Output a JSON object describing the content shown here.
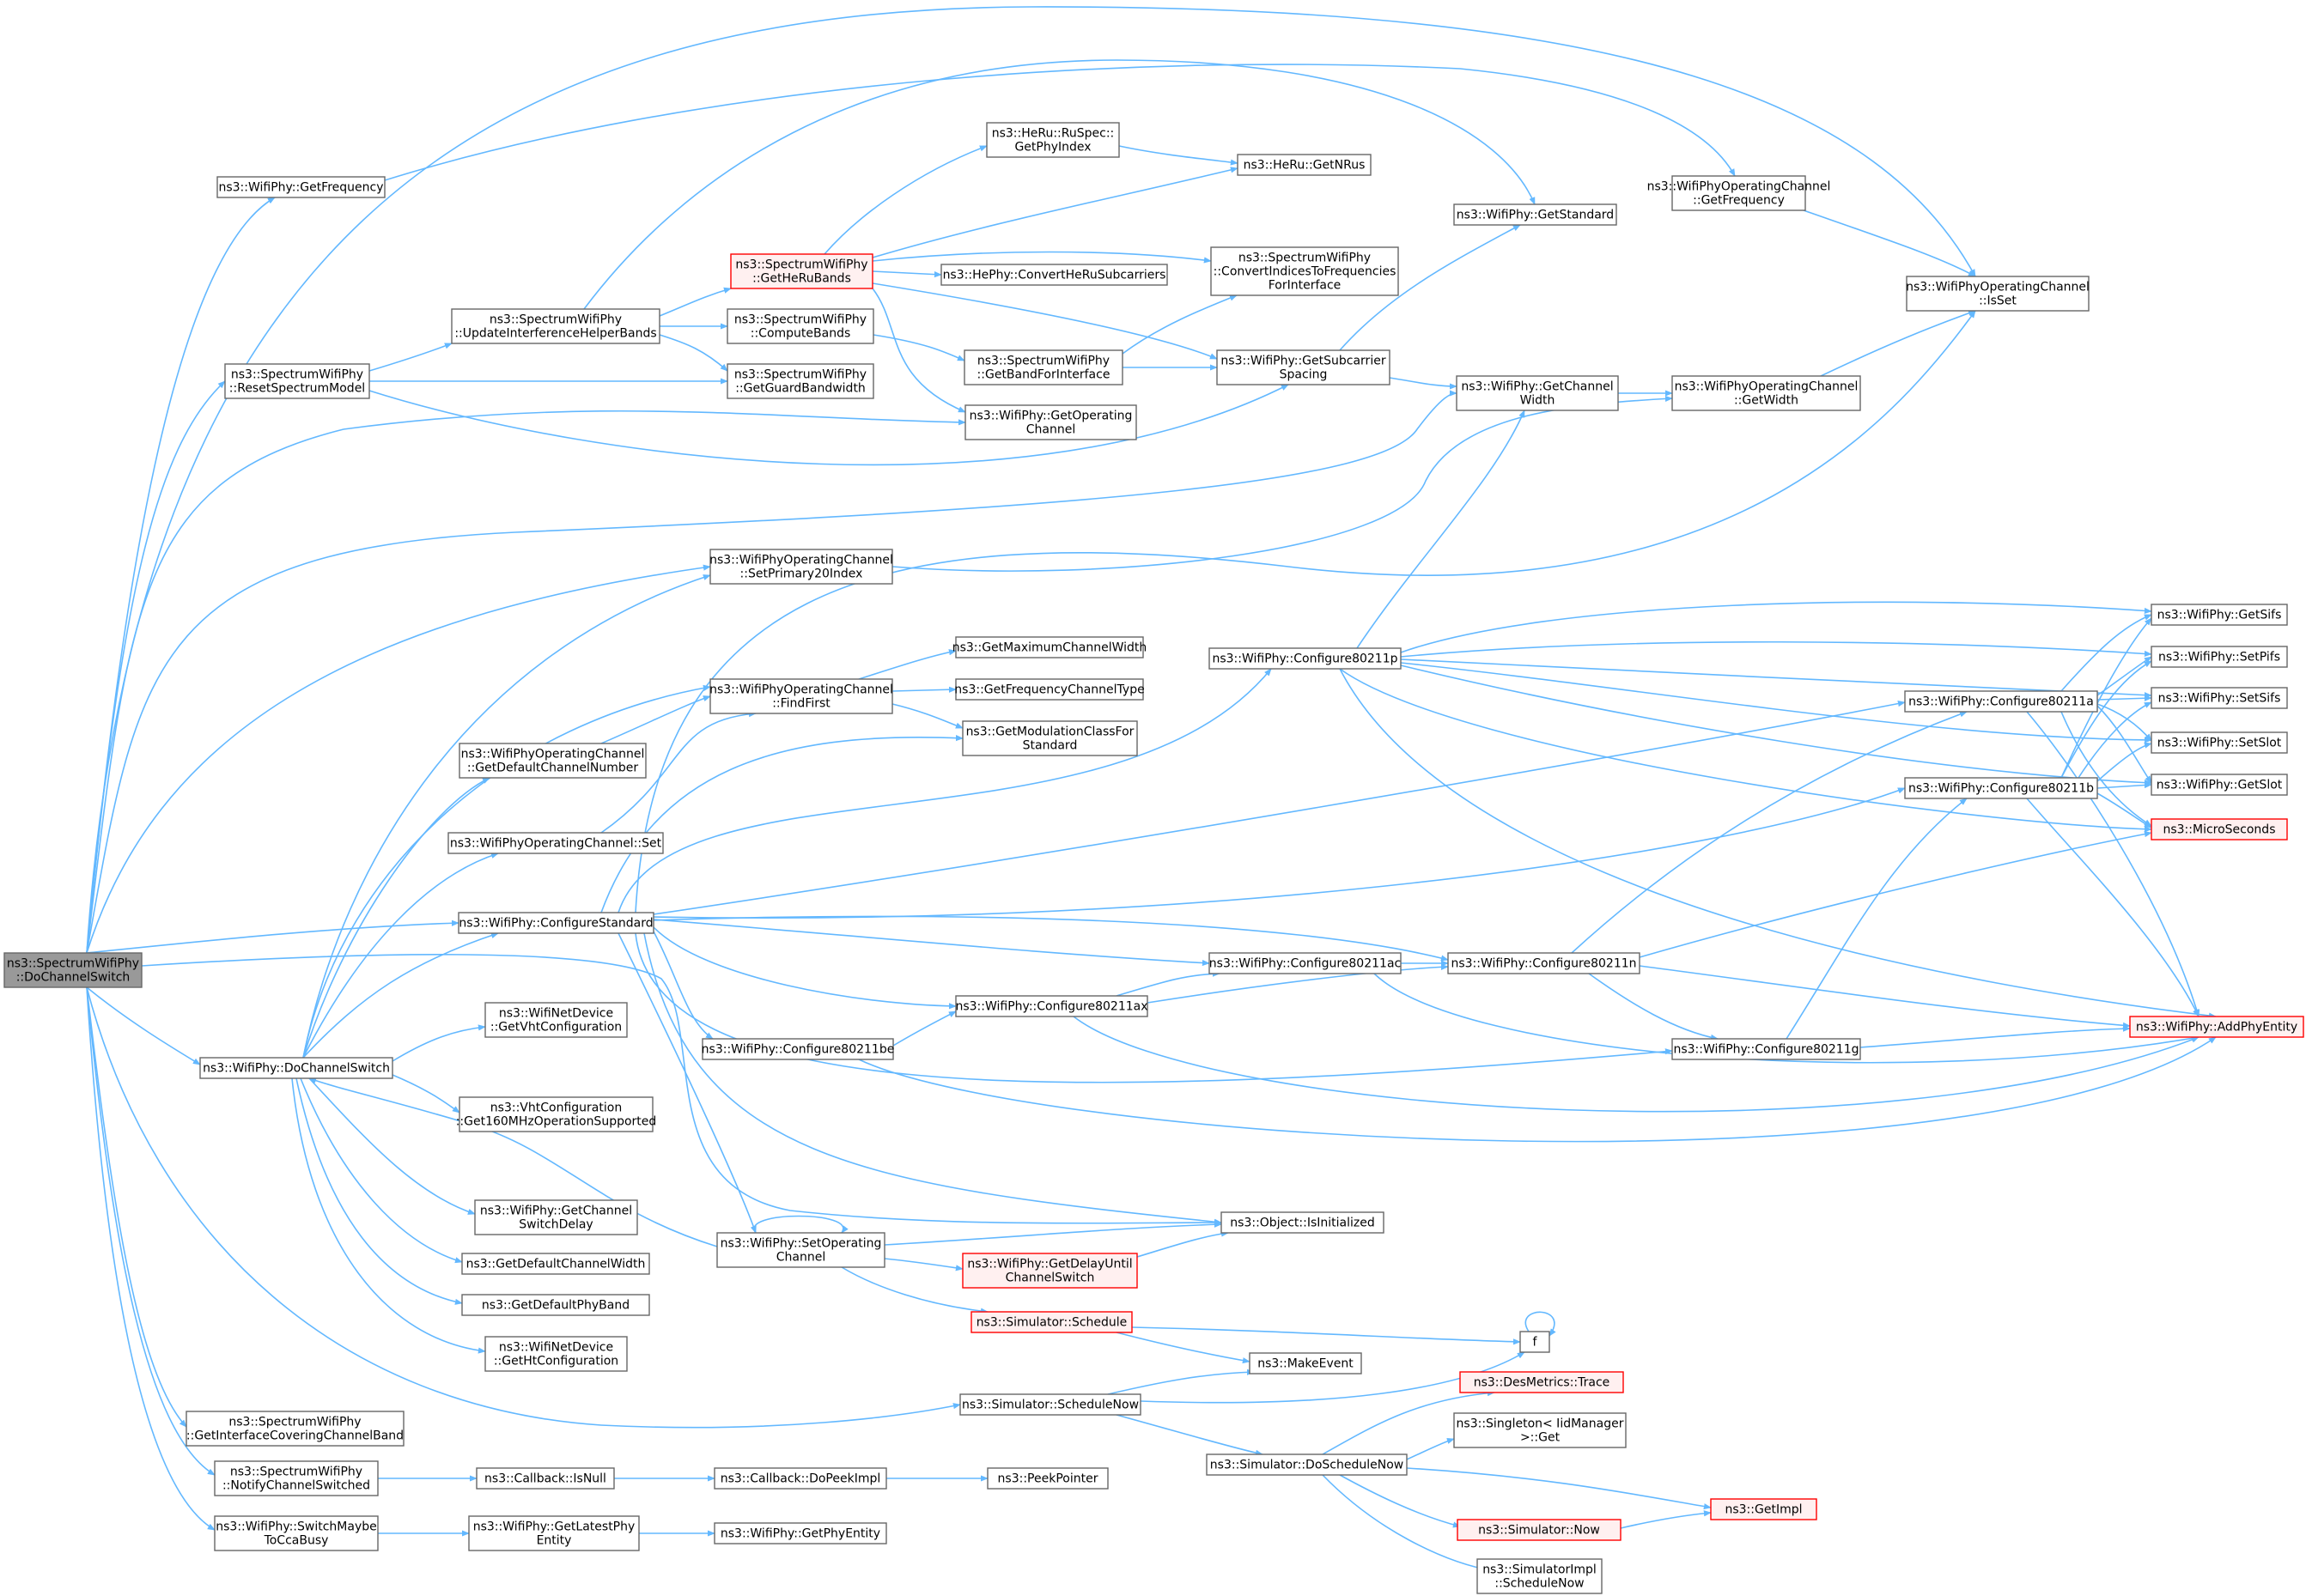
{
  "diagram": {
    "nodes": [
      {
        "id": "n1",
        "lines": [
          "ns3::SpectrumWifiPhy",
          "::DoChannelSwitch"
        ],
        "root": true
      },
      {
        "id": "n2",
        "lines": [
          "ns3::WifiPhy::GetFrequency"
        ]
      },
      {
        "id": "n3",
        "lines": [
          "ns3::SpectrumWifiPhy",
          "::ResetSpectrumModel"
        ]
      },
      {
        "id": "n4",
        "lines": [
          "ns3::SpectrumWifiPhy",
          "::UpdateInterferenceHelperBands"
        ]
      },
      {
        "id": "n5",
        "lines": [
          "ns3::SpectrumWifiPhy",
          "::GetHeRuBands"
        ],
        "red": true
      },
      {
        "id": "n6",
        "lines": [
          "ns3::HeRu::RuSpec::",
          "GetPhyIndex"
        ]
      },
      {
        "id": "n7",
        "lines": [
          "ns3::HeRu::GetNRus"
        ]
      },
      {
        "id": "n8",
        "lines": [
          "ns3::HePhy::ConvertHeRuSubcarriers"
        ]
      },
      {
        "id": "n9",
        "lines": [
          "ns3::SpectrumWifiPhy",
          "::ConvertIndicesToFrequencies",
          "ForInterface"
        ]
      },
      {
        "id": "n10",
        "lines": [
          "ns3::SpectrumWifiPhy",
          "::ComputeBands"
        ]
      },
      {
        "id": "n11",
        "lines": [
          "ns3::SpectrumWifiPhy",
          "::GetGuardBandwidth"
        ]
      },
      {
        "id": "n12",
        "lines": [
          "ns3::SpectrumWifiPhy",
          "::GetBandForInterface"
        ]
      },
      {
        "id": "n13",
        "lines": [
          "ns3::WifiPhy::GetOperating",
          "Channel"
        ]
      },
      {
        "id": "n14",
        "lines": [
          "ns3::WifiPhy::GetSubcarrier",
          "Spacing"
        ]
      },
      {
        "id": "n15",
        "lines": [
          "ns3::WifiPhy::GetStandard"
        ]
      },
      {
        "id": "n16",
        "lines": [
          "ns3::WifiPhy::GetChannel",
          "Width"
        ]
      },
      {
        "id": "n17",
        "lines": [
          "ns3::WifiPhyOperatingChannel",
          "::GetFrequency"
        ]
      },
      {
        "id": "n18",
        "lines": [
          "ns3::WifiPhyOperatingChannel",
          "::IsSet"
        ]
      },
      {
        "id": "n19",
        "lines": [
          "ns3::WifiPhyOperatingChannel",
          "::GetWidth"
        ]
      },
      {
        "id": "n20",
        "lines": [
          "ns3::WifiPhyOperatingChannel",
          "::SetPrimary20Index"
        ]
      },
      {
        "id": "n21",
        "lines": [
          "ns3::GetMaximumChannelWidth"
        ]
      },
      {
        "id": "n22",
        "lines": [
          "ns3::WifiPhyOperatingChannel",
          "::FindFirst"
        ]
      },
      {
        "id": "n23",
        "lines": [
          "ns3::GetFrequencyChannelType"
        ]
      },
      {
        "id": "n24",
        "lines": [
          "ns3::GetModulationClassFor",
          "Standard"
        ]
      },
      {
        "id": "n25",
        "lines": [
          "ns3::WifiPhyOperatingChannel",
          "::GetDefaultChannelNumber"
        ]
      },
      {
        "id": "n26",
        "lines": [
          "ns3::WifiPhyOperatingChannel::Set"
        ]
      },
      {
        "id": "n27",
        "lines": [
          "ns3::WifiPhy::Configure80211p"
        ]
      },
      {
        "id": "n28",
        "lines": [
          "ns3::WifiPhy::GetSifs"
        ]
      },
      {
        "id": "n29",
        "lines": [
          "ns3::WifiPhy::SetPifs"
        ]
      },
      {
        "id": "n30",
        "lines": [
          "ns3::WifiPhy::SetSifs"
        ]
      },
      {
        "id": "n31",
        "lines": [
          "ns3::WifiPhy::SetSlot"
        ]
      },
      {
        "id": "n32",
        "lines": [
          "ns3::WifiPhy::GetSlot"
        ]
      },
      {
        "id": "n33",
        "lines": [
          "ns3::MicroSeconds"
        ],
        "red": true
      },
      {
        "id": "n34",
        "lines": [
          "ns3::WifiPhy::Configure80211a"
        ]
      },
      {
        "id": "n35",
        "lines": [
          "ns3::WifiPhy::Configure80211b"
        ]
      },
      {
        "id": "n36",
        "lines": [
          "ns3::WifiPhy::ConfigureStandard"
        ]
      },
      {
        "id": "n37",
        "lines": [
          "ns3::WifiPhy::Configure80211ac"
        ]
      },
      {
        "id": "n38",
        "lines": [
          "ns3::WifiPhy::Configure80211n"
        ]
      },
      {
        "id": "n39",
        "lines": [
          "ns3::WifiPhy::Configure80211ax"
        ]
      },
      {
        "id": "n40",
        "lines": [
          "ns3::WifiPhy::AddPhyEntity"
        ],
        "red": true
      },
      {
        "id": "n41",
        "lines": [
          "ns3::WifiPhy::Configure80211be"
        ]
      },
      {
        "id": "n42",
        "lines": [
          "ns3::WifiPhy::Configure80211g"
        ]
      },
      {
        "id": "n43",
        "lines": [
          "ns3::WifiPhy::DoChannelSwitch"
        ]
      },
      {
        "id": "n44",
        "lines": [
          "ns3::WifiNetDevice",
          "::GetVhtConfiguration"
        ]
      },
      {
        "id": "n45",
        "lines": [
          "ns3::VhtConfiguration",
          "::Get160MHzOperationSupported"
        ]
      },
      {
        "id": "n46",
        "lines": [
          "ns3::WifiPhy::GetChannel",
          "SwitchDelay"
        ]
      },
      {
        "id": "n47",
        "lines": [
          "ns3::Object::IsInitialized"
        ]
      },
      {
        "id": "n48",
        "lines": [
          "ns3::WifiPhy::SetOperating",
          "Channel"
        ]
      },
      {
        "id": "n49",
        "lines": [
          "ns3::WifiPhy::GetDelayUntil",
          "ChannelSwitch"
        ],
        "red": true
      },
      {
        "id": "n50",
        "lines": [
          "ns3::GetDefaultChannelWidth"
        ]
      },
      {
        "id": "n51",
        "lines": [
          "ns3::GetDefaultPhyBand"
        ]
      },
      {
        "id": "n52",
        "lines": [
          "ns3::Simulator::Schedule"
        ],
        "red": true
      },
      {
        "id": "n53",
        "lines": [
          "f"
        ]
      },
      {
        "id": "n54",
        "lines": [
          "ns3::WifiNetDevice",
          "::GetHtConfiguration"
        ]
      },
      {
        "id": "n55",
        "lines": [
          "ns3::MakeEvent"
        ]
      },
      {
        "id": "n56",
        "lines": [
          "ns3::Simulator::ScheduleNow"
        ]
      },
      {
        "id": "n57",
        "lines": [
          "ns3::DesMetrics::Trace"
        ],
        "red": true
      },
      {
        "id": "n58",
        "lines": [
          "ns3::SpectrumWifiPhy",
          "::GetInterfaceCoveringChannelBand"
        ]
      },
      {
        "id": "n59",
        "lines": [
          "ns3::Singleton< IidManager",
          ">::Get"
        ]
      },
      {
        "id": "n60",
        "lines": [
          "ns3::Simulator::DoScheduleNow"
        ]
      },
      {
        "id": "n61",
        "lines": [
          "ns3::SpectrumWifiPhy",
          "::NotifyChannelSwitched"
        ]
      },
      {
        "id": "n62",
        "lines": [
          "ns3::Callback::IsNull"
        ]
      },
      {
        "id": "n63",
        "lines": [
          "ns3::Callback::DoPeekImpl"
        ]
      },
      {
        "id": "n64",
        "lines": [
          "ns3::PeekPointer"
        ]
      },
      {
        "id": "n65",
        "lines": [
          "ns3::GetImpl"
        ],
        "red": true
      },
      {
        "id": "n66",
        "lines": [
          "ns3::Simulator::Now"
        ],
        "red": true
      },
      {
        "id": "n67",
        "lines": [
          "ns3::WifiPhy::SwitchMaybe",
          "ToCcaBusy"
        ]
      },
      {
        "id": "n68",
        "lines": [
          "ns3::WifiPhy::GetLatestPhy",
          "Entity"
        ]
      },
      {
        "id": "n69",
        "lines": [
          "ns3::WifiPhy::GetPhyEntity"
        ]
      },
      {
        "id": "n70",
        "lines": [
          "ns3::SimulatorImpl",
          "::ScheduleNow"
        ]
      }
    ],
    "edges": [
      [
        "n1",
        "n2"
      ],
      [
        "n1",
        "n3"
      ],
      [
        "n1",
        "n13"
      ],
      [
        "n1",
        "n16"
      ],
      [
        "n1",
        "n18"
      ],
      [
        "n1",
        "n20"
      ],
      [
        "n1",
        "n36"
      ],
      [
        "n1",
        "n43"
      ],
      [
        "n1",
        "n47"
      ],
      [
        "n1",
        "n56"
      ],
      [
        "n1",
        "n58"
      ],
      [
        "n1",
        "n61"
      ],
      [
        "n1",
        "n67"
      ],
      [
        "n2",
        "n17"
      ],
      [
        "n3",
        "n4"
      ],
      [
        "n3",
        "n11"
      ],
      [
        "n3",
        "n14"
      ],
      [
        "n4",
        "n5"
      ],
      [
        "n4",
        "n10"
      ],
      [
        "n4",
        "n11"
      ],
      [
        "n4",
        "n15"
      ],
      [
        "n5",
        "n6"
      ],
      [
        "n5",
        "n7"
      ],
      [
        "n5",
        "n8"
      ],
      [
        "n5",
        "n9"
      ],
      [
        "n5",
        "n13"
      ],
      [
        "n5",
        "n14"
      ],
      [
        "n6",
        "n7"
      ],
      [
        "n10",
        "n12"
      ],
      [
        "n12",
        "n9"
      ],
      [
        "n12",
        "n14"
      ],
      [
        "n14",
        "n15"
      ],
      [
        "n14",
        "n16"
      ],
      [
        "n16",
        "n19"
      ],
      [
        "n17",
        "n18"
      ],
      [
        "n19",
        "n18"
      ],
      [
        "n20",
        "n19"
      ],
      [
        "n22",
        "n21"
      ],
      [
        "n22",
        "n23"
      ],
      [
        "n22",
        "n24"
      ],
      [
        "n25",
        "n22"
      ],
      [
        "n26",
        "n22"
      ],
      [
        "n27",
        "n16"
      ],
      [
        "n27",
        "n28"
      ],
      [
        "n27",
        "n29"
      ],
      [
        "n27",
        "n30"
      ],
      [
        "n27",
        "n31"
      ],
      [
        "n27",
        "n32"
      ],
      [
        "n27",
        "n33"
      ],
      [
        "n27",
        "n40"
      ],
      [
        "n34",
        "n28"
      ],
      [
        "n34",
        "n29"
      ],
      [
        "n34",
        "n30"
      ],
      [
        "n34",
        "n31"
      ],
      [
        "n34",
        "n32"
      ],
      [
        "n34",
        "n33"
      ],
      [
        "n34",
        "n40"
      ],
      [
        "n35",
        "n28"
      ],
      [
        "n35",
        "n29"
      ],
      [
        "n35",
        "n30"
      ],
      [
        "n35",
        "n31"
      ],
      [
        "n35",
        "n32"
      ],
      [
        "n35",
        "n33"
      ],
      [
        "n35",
        "n40"
      ],
      [
        "n36",
        "n18"
      ],
      [
        "n36",
        "n24"
      ],
      [
        "n36",
        "n27"
      ],
      [
        "n36",
        "n34"
      ],
      [
        "n36",
        "n35"
      ],
      [
        "n36",
        "n37"
      ],
      [
        "n36",
        "n38"
      ],
      [
        "n36",
        "n39"
      ],
      [
        "n36",
        "n41"
      ],
      [
        "n36",
        "n42"
      ],
      [
        "n36",
        "n47"
      ],
      [
        "n36",
        "n48"
      ],
      [
        "n37",
        "n38"
      ],
      [
        "n37",
        "n40"
      ],
      [
        "n38",
        "n33"
      ],
      [
        "n38",
        "n34"
      ],
      [
        "n38",
        "n40"
      ],
      [
        "n38",
        "n42"
      ],
      [
        "n39",
        "n37"
      ],
      [
        "n39",
        "n38"
      ],
      [
        "n39",
        "n40"
      ],
      [
        "n41",
        "n39"
      ],
      [
        "n41",
        "n40"
      ],
      [
        "n42",
        "n35"
      ],
      [
        "n42",
        "n40"
      ],
      [
        "n43",
        "n20"
      ],
      [
        "n43",
        "n22"
      ],
      [
        "n43",
        "n25"
      ],
      [
        "n43",
        "n26"
      ],
      [
        "n43",
        "n36"
      ],
      [
        "n43",
        "n44"
      ],
      [
        "n43",
        "n45"
      ],
      [
        "n43",
        "n46"
      ],
      [
        "n43",
        "n50"
      ],
      [
        "n43",
        "n51"
      ],
      [
        "n43",
        "n54"
      ],
      [
        "n48",
        "n43"
      ],
      [
        "n48",
        "n48"
      ],
      [
        "n48",
        "n47"
      ],
      [
        "n48",
        "n49"
      ],
      [
        "n48",
        "n52"
      ],
      [
        "n49",
        "n47"
      ],
      [
        "n52",
        "n53"
      ],
      [
        "n52",
        "n55"
      ],
      [
        "n53",
        "n53"
      ],
      [
        "n56",
        "n53"
      ],
      [
        "n56",
        "n55"
      ],
      [
        "n56",
        "n60"
      ],
      [
        "n60",
        "n57"
      ],
      [
        "n60",
        "n59"
      ],
      [
        "n60",
        "n65"
      ],
      [
        "n60",
        "n66"
      ],
      [
        "n60",
        "n70"
      ],
      [
        "n61",
        "n62"
      ],
      [
        "n62",
        "n63"
      ],
      [
        "n63",
        "n64"
      ],
      [
        "n66",
        "n65"
      ],
      [
        "n67",
        "n68"
      ],
      [
        "n68",
        "n69"
      ]
    ]
  }
}
